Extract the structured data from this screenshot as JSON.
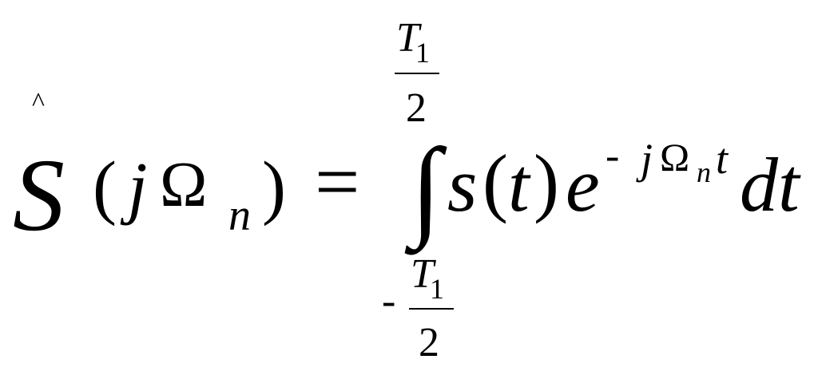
{
  "equation": {
    "hat": "^",
    "S": "S",
    "lparen": "(",
    "j": "j",
    "Omega": "Ω",
    "n": "n",
    "rparen": ")",
    "equals": "=",
    "upper_limit": {
      "T": "T",
      "sub": "1",
      "den": "2"
    },
    "lower_limit": {
      "minus": "-",
      "T": "T",
      "sub": "1",
      "den": "2"
    },
    "integral": "∫",
    "s": "s",
    "t_lparen": "(",
    "t": "t",
    "t_rparen": ")",
    "e": "e",
    "exp_minus": "-",
    "exp_j": "j",
    "exp_Omega": "Ω",
    "exp_n": "n",
    "exp_t": "t",
    "d": "d",
    "dt_t": "t"
  }
}
